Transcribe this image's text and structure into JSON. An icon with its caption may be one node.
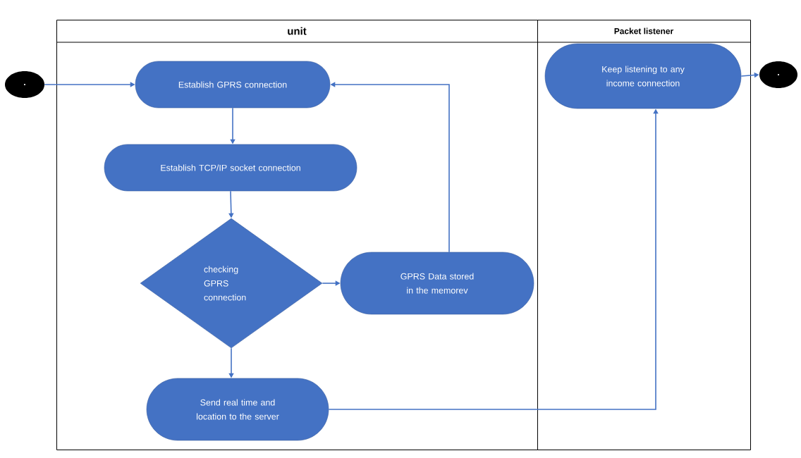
{
  "diagram": {
    "nodes": [
      {
        "text": [
          "unit"
        ]
      },
      {
        "text": [
          "Packet listener"
        ]
      },
      {
        "text": [],
        "shape": "circle"
      },
      {
        "text": [
          "Establish GPRS connection"
        ],
        "in": 0
      },
      {
        "text": [
          "Establish TCP/IP socket connection"
        ],
        "in": 0
      },
      {
        "text": [
          "checking GPRS connection"
        ],
        "in": 0
      },
      {
        "text": [
          "GPRS Data stored in the memorev"
        ],
        "in": 0
      },
      {
        "text": [
          "Send real time and location to the server"
        ],
        "in": 0
      },
      {
        "text": [
          "Keep listening to any income connection"
        ],
        "in": 1
      },
      {
        "text": [],
        "shape": "circle"
      }
    ],
    "edges": [
      {
        "from": 2,
        "to": 3,
        "arrow": "to"
      },
      {
        "from": 3,
        "to": 4,
        "arrow": "to"
      },
      {
        "from": 4,
        "to": 5,
        "arrow": "to"
      },
      {
        "from": 5,
        "to": 6,
        "arrow": "to"
      },
      {
        "from": 6,
        "to": 3,
        "arrow": "to"
      },
      {
        "from": 5,
        "to": 7,
        "arrow": "to"
      },
      {
        "from": 7,
        "to": 8,
        "arrow": "to"
      },
      {
        "from": 8,
        "to": 9,
        "arrow": "to"
      }
    ]
  }
}
